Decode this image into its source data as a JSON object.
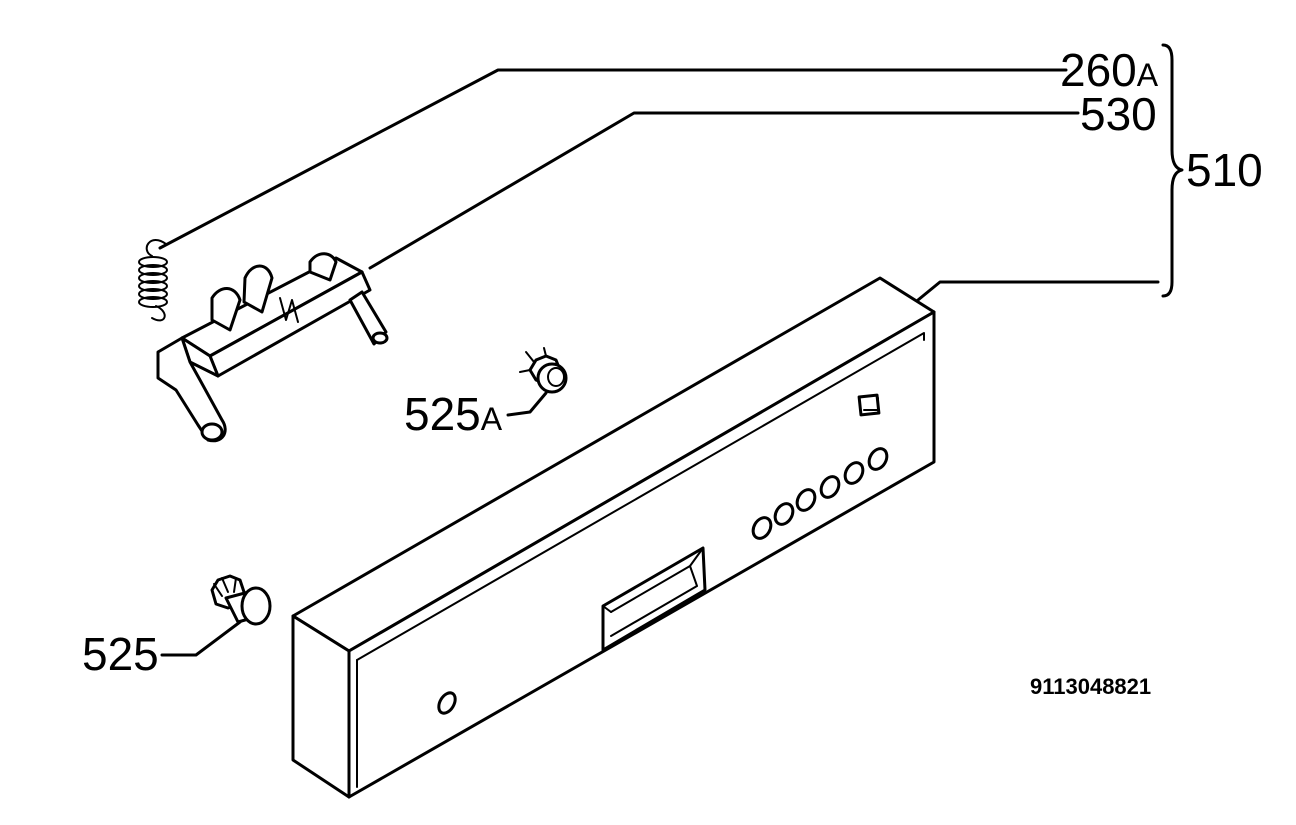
{
  "labels": {
    "spring": {
      "number": "260",
      "suffix": "A"
    },
    "door_lock": {
      "number": "530"
    },
    "group": {
      "number": "510"
    },
    "knob_small": {
      "number": "525",
      "suffix": "A"
    },
    "knob": {
      "number": "525"
    }
  },
  "drawing_code": "9113048821",
  "colors": {
    "ink": "#000000",
    "paper": "#ffffff"
  }
}
